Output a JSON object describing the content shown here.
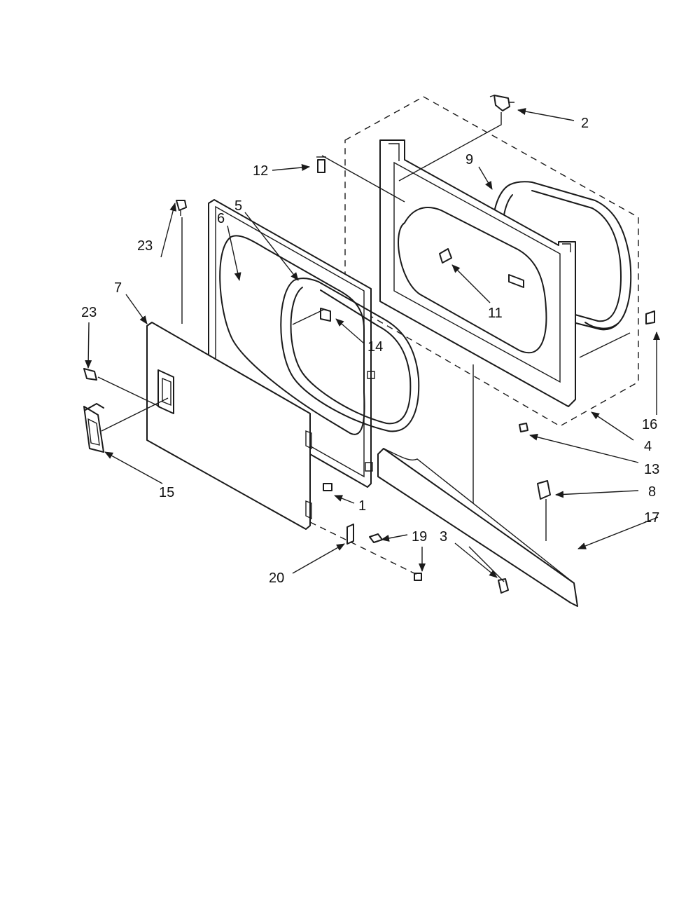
{
  "callouts": {
    "c1": "1",
    "c2": "2",
    "c3": "3",
    "c4": "4",
    "c5": "5",
    "c6": "6",
    "c7": "7",
    "c8": "8",
    "c9": "9",
    "c11": "11",
    "c12": "12",
    "c13": "13",
    "c14": "14",
    "c15": "15",
    "c16": "16",
    "c17": "17",
    "c19": "19",
    "c20": "20",
    "c23a": "23",
    "c23b": "23"
  },
  "colors": {
    "ink": "#1a1a1a",
    "paper": "#ffffff"
  }
}
